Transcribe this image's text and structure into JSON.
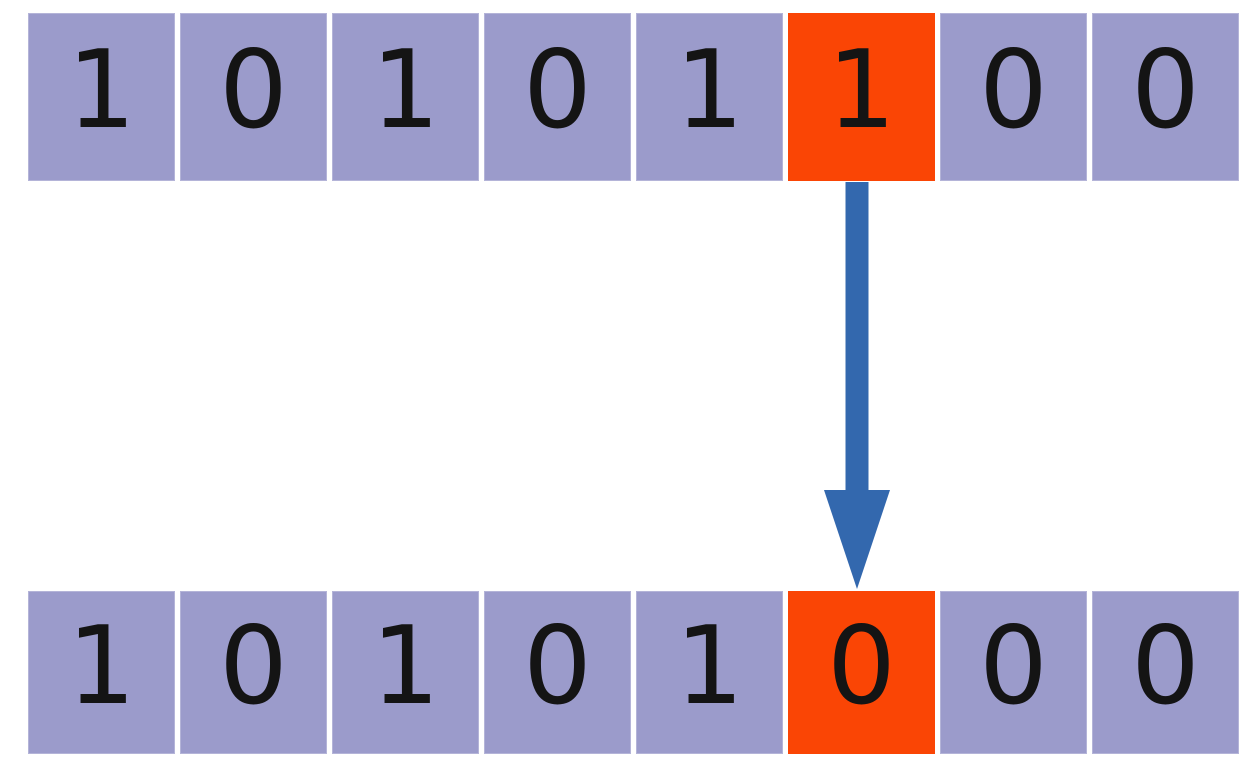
{
  "diagram": {
    "description_label": "bit flip diagram",
    "top_row": {
      "bits": [
        "1",
        "0",
        "1",
        "0",
        "1",
        "1",
        "0",
        "0"
      ],
      "highlight_index": 5,
      "highlighted_value": "1"
    },
    "bottom_row": {
      "bits": [
        "1",
        "0",
        "1",
        "0",
        "1",
        "0",
        "0",
        "0"
      ],
      "highlight_index": 5,
      "highlighted_value": "0"
    },
    "arrow": {
      "icon": "down-arrow-icon",
      "direction": "down",
      "from": "top-row-highlighted-cell",
      "to": "bottom-row-highlighted-cell"
    }
  },
  "colors": {
    "background": "#ffffff",
    "cell_bg": "#9b9bcb",
    "highlight_bg": "#fa4505",
    "arrow": "#3368ae",
    "digit": "#141414"
  }
}
